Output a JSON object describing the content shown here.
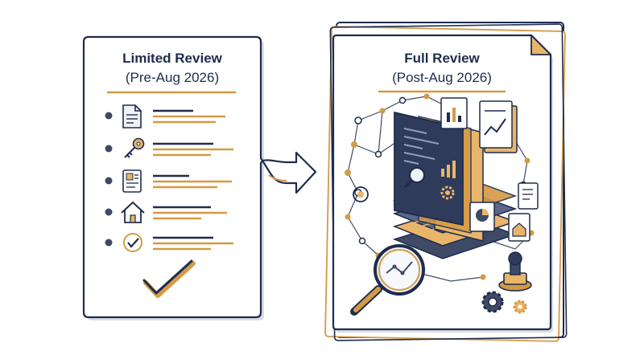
{
  "left_panel": {
    "title": "Limited Review",
    "subtitle": "(Pre-Aug 2026)",
    "items": [
      {
        "icon": "document-icon"
      },
      {
        "icon": "key-icon"
      },
      {
        "icon": "id-card-icon"
      },
      {
        "icon": "house-icon"
      },
      {
        "icon": "checkmark-circle-icon"
      }
    ]
  },
  "right_panel": {
    "title": "Full Review",
    "subtitle": "(Post-Aug 2026)"
  },
  "colors": {
    "navy": "#1f2c4d",
    "gold": "#d49a45",
    "slate": "#3e4a66",
    "light": "#eef1f6"
  }
}
